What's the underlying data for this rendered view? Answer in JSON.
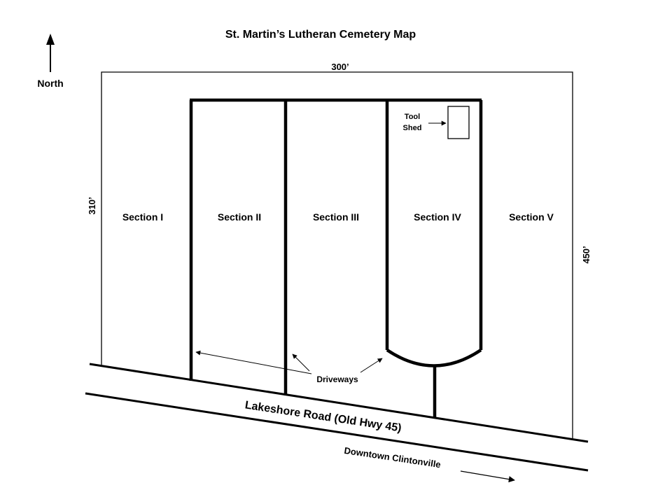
{
  "title": "St. Martin’s Lutheran Cemetery Map",
  "compass": {
    "label": "North",
    "icon": "north-arrow-icon"
  },
  "dimensions": {
    "top": "300’",
    "left": "310’",
    "right": "450’"
  },
  "sections": [
    "Section I",
    "Section II",
    "Section III",
    "Section IV",
    "Section V"
  ],
  "tool_shed": {
    "line1": "Tool",
    "line2": "Shed"
  },
  "driveways_label": "Driveways",
  "road_label": "Lakeshore Road (Old Hwy 45)",
  "direction_label": "Downtown Clintonville",
  "colors": {
    "ink": "#000000",
    "background": "#ffffff"
  }
}
